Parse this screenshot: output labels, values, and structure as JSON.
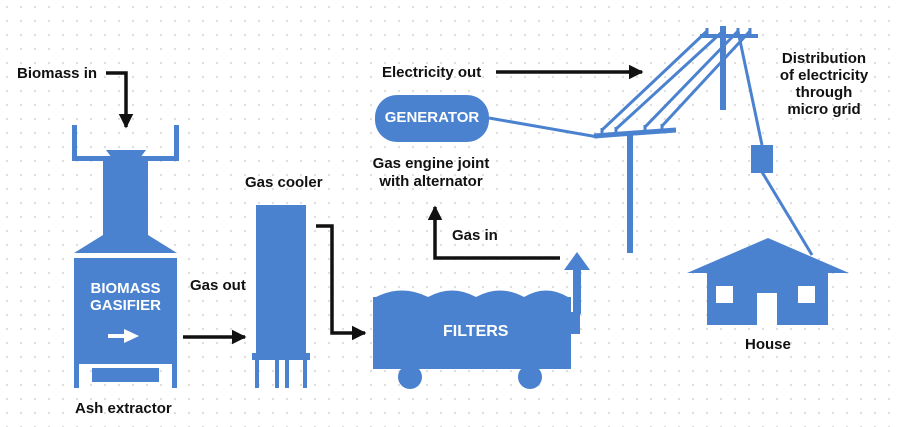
{
  "labels": {
    "biomass_in": "Biomass in",
    "biomass_gasifier": "BIOMASS\nGASIFIER",
    "ash_extractor": "Ash extractor",
    "gas_out": "Gas out",
    "gas_cooler": "Gas cooler",
    "filters": "FILTERS",
    "gas_in": "Gas in",
    "generator": "GENERATOR",
    "gas_engine": "Gas engine joint\nwith alternator",
    "electricity_out": "Electricity out",
    "distribution": "Distribution\nof electricity\nthrough\nmicro grid",
    "house": "House"
  },
  "colors": {
    "equipment": "#4a82cf",
    "arrow": "#111111",
    "label_on_shape": "#ffffff",
    "background": "#ffffff"
  },
  "icons": {
    "gasifier_arrow": "arrow-right-icon",
    "filter_exhaust_arrow": "arrow-up-icon"
  }
}
